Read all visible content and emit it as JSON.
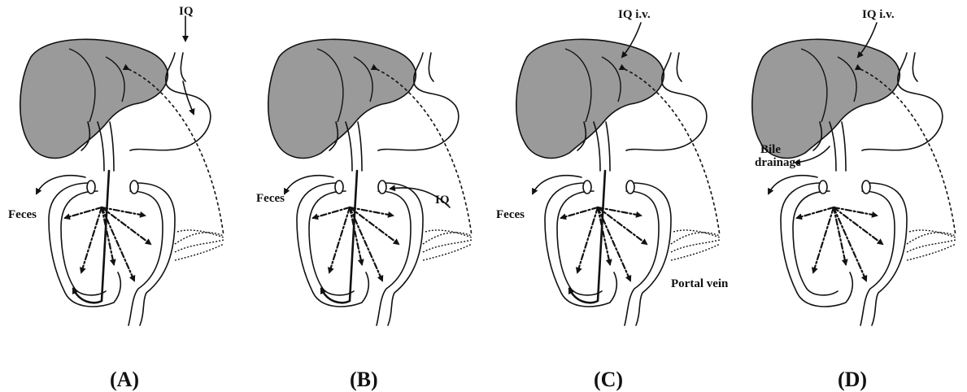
{
  "panels": [
    {
      "id": "A",
      "caption": "(A)",
      "iq_label": "IQ",
      "feces_label": "Feces",
      "side_label": "",
      "portal_label": "",
      "bile_label": ""
    },
    {
      "id": "B",
      "caption": "(B)",
      "iq_label": "",
      "feces_label": "Feces",
      "side_label": "IQ",
      "portal_label": "",
      "bile_label": ""
    },
    {
      "id": "C",
      "caption": "(C)",
      "iq_label": "IQ i.v.",
      "feces_label": "Feces",
      "side_label": "",
      "portal_label": "Portal vein",
      "bile_label": ""
    },
    {
      "id": "D",
      "caption": "(D)",
      "iq_label": "IQ i.v.",
      "feces_label": "",
      "side_label": "",
      "portal_label": "",
      "bile_label": "Bile drainage"
    }
  ]
}
